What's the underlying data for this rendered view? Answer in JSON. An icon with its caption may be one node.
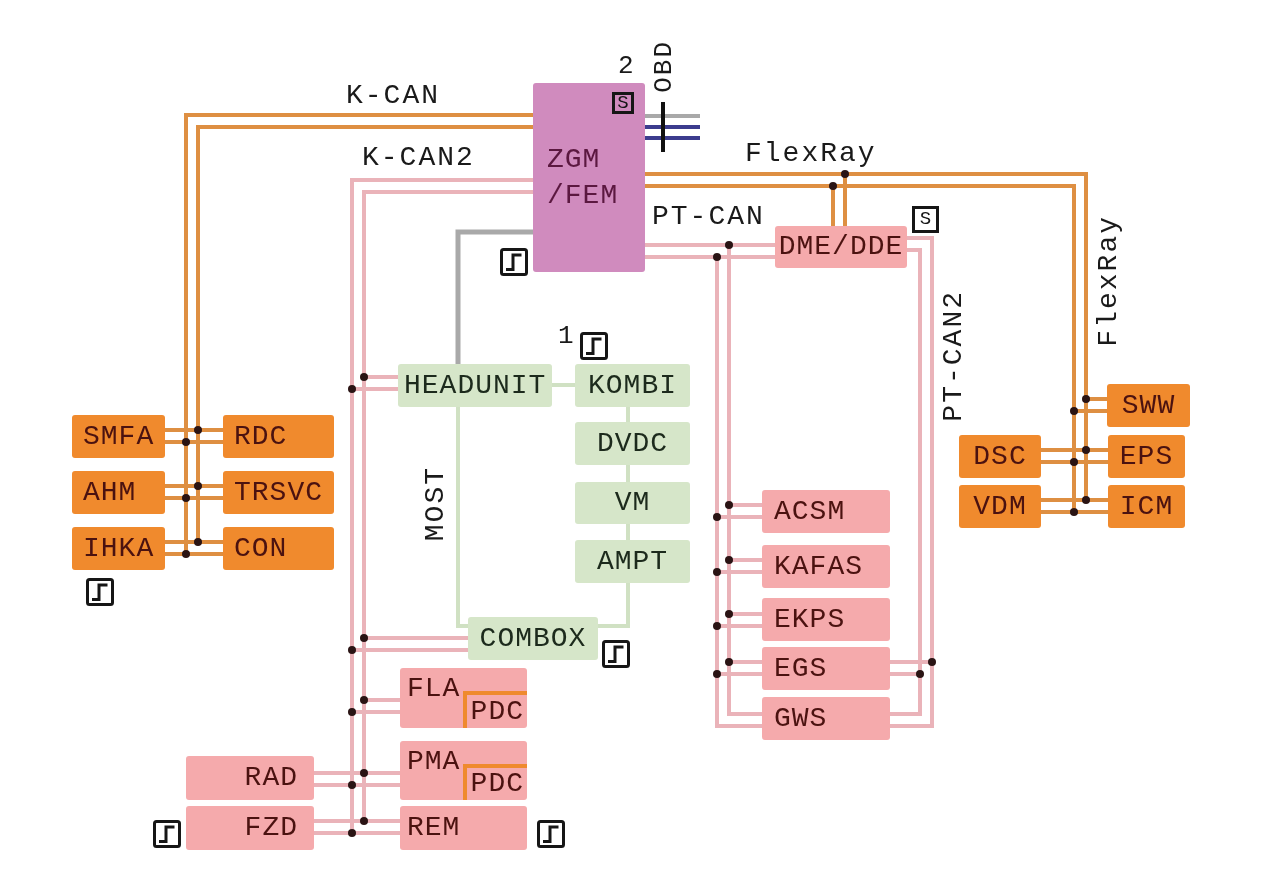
{
  "diagram": {
    "nodes": [
      {
        "text": [
          "ZGM /FEM",
          "S"
        ]
      },
      {
        "text": [
          "OBD"
        ]
      },
      {
        "text": [
          "DME/DDE"
        ],
        "beside": [
          "S"
        ]
      },
      {
        "text": [
          "HEADUNIT"
        ]
      },
      {
        "text": [
          "KOMBI"
        ]
      },
      {
        "text": [
          "DVDC"
        ]
      },
      {
        "text": [
          "VM"
        ]
      },
      {
        "text": [
          "AMPT"
        ]
      },
      {
        "text": [
          "COMBOX"
        ]
      },
      {
        "text": [
          "SMFA"
        ]
      },
      {
        "text": [
          "RDC"
        ]
      },
      {
        "text": [
          "AHM"
        ]
      },
      {
        "text": [
          "TRSVC"
        ]
      },
      {
        "text": [
          "IHKA"
        ]
      },
      {
        "text": [
          "CON"
        ]
      },
      {
        "text": [
          "SWW"
        ]
      },
      {
        "text": [
          "DSC"
        ]
      },
      {
        "text": [
          "EPS"
        ]
      },
      {
        "text": [
          "VDM"
        ]
      },
      {
        "text": [
          "ICM"
        ]
      },
      {
        "text": [
          "ACSM"
        ]
      },
      {
        "text": [
          "KAFAS"
        ]
      },
      {
        "text": [
          "EKPS"
        ]
      },
      {
        "text": [
          "EGS"
        ]
      },
      {
        "text": [
          "GWS"
        ]
      },
      {
        "text": [
          "FLA"
        ]
      },
      {
        "text": [
          "PDC"
        ],
        "in": 25
      },
      {
        "text": [
          "PMA"
        ]
      },
      {
        "text": [
          "PDC"
        ],
        "in": 27
      },
      {
        "text": [
          "RAD"
        ]
      },
      {
        "text": [
          "FZD"
        ]
      },
      {
        "text": [
          "REM"
        ]
      },
      {
        "text": [],
        "shape": "bar"
      },
      {
        "text": [],
        "shape": "bar"
      },
      {
        "text": [],
        "shape": "bar",
        "beside": [
          "FlexRay"
        ]
      },
      {
        "text": [],
        "shape": "bar"
      },
      {
        "text": [],
        "shape": "bar",
        "beside": [
          "PT-CAN2"
        ]
      },
      {
        "text": [],
        "shape": "bar"
      }
    ],
    "edges": [
      {
        "from": 0,
        "to": 32,
        "arrow": "none",
        "label": "K-CAN",
        "color": "#de8f42"
      },
      {
        "from": 32,
        "to": 9,
        "arrow": "none",
        "color": "#de8f42"
      },
      {
        "from": 32,
        "to": 10,
        "arrow": "none",
        "color": "#de8f42"
      },
      {
        "from": 32,
        "to": 11,
        "arrow": "none",
        "color": "#de8f42"
      },
      {
        "from": 32,
        "to": 12,
        "arrow": "none",
        "color": "#de8f42"
      },
      {
        "from": 32,
        "to": 13,
        "arrow": "none",
        "color": "#de8f42"
      },
      {
        "from": 32,
        "to": 14,
        "arrow": "none",
        "color": "#de8f42"
      },
      {
        "from": 0,
        "to": 33,
        "arrow": "none",
        "label": "K-CAN2",
        "color": "#eab3b9"
      },
      {
        "from": 33,
        "to": 3,
        "arrow": "none",
        "color": "#eab3b9"
      },
      {
        "from": 33,
        "to": 8,
        "arrow": "none",
        "color": "#eab3b9"
      },
      {
        "from": 33,
        "to": 25,
        "arrow": "none",
        "color": "#eab3b9"
      },
      {
        "from": 33,
        "to": 27,
        "arrow": "none",
        "color": "#eab3b9"
      },
      {
        "from": 33,
        "to": 31,
        "arrow": "none",
        "color": "#eab3b9"
      },
      {
        "from": 33,
        "to": 29,
        "arrow": "none",
        "color": "#eab3b9"
      },
      {
        "from": 33,
        "to": 30,
        "arrow": "none",
        "color": "#eab3b9"
      },
      {
        "from": 0,
        "to": 3,
        "arrow": "none",
        "color": "#a9a9a9"
      },
      {
        "from": 0,
        "to": 1,
        "arrow": "none",
        "color": "#a9a9a9"
      },
      {
        "from": 0,
        "to": 1,
        "arrow": "none",
        "color": "#3c3c8e"
      },
      {
        "from": 0,
        "to": 1,
        "arrow": "none",
        "color": "#3c3c8e"
      },
      {
        "from": 0,
        "to": 37,
        "arrow": "none",
        "label": "FlexRay",
        "color": "#de8f42"
      },
      {
        "from": 37,
        "to": 2,
        "arrow": "none",
        "color": "#de8f42"
      },
      {
        "from": 37,
        "to": 34,
        "arrow": "none",
        "color": "#de8f42"
      },
      {
        "from": 34,
        "to": 15,
        "arrow": "none",
        "color": "#de8f42"
      },
      {
        "from": 34,
        "to": 16,
        "arrow": "none",
        "color": "#de8f42"
      },
      {
        "from": 34,
        "to": 17,
        "arrow": "none",
        "color": "#de8f42"
      },
      {
        "from": 34,
        "to": 18,
        "arrow": "none",
        "color": "#de8f42"
      },
      {
        "from": 34,
        "to": 19,
        "arrow": "none",
        "color": "#de8f42"
      },
      {
        "from": 0,
        "to": 35,
        "arrow": "none",
        "label": "PT-CAN",
        "color": "#eab3b9"
      },
      {
        "from": 2,
        "to": 35,
        "arrow": "none",
        "color": "#eab3b9"
      },
      {
        "from": 35,
        "to": 20,
        "arrow": "none",
        "color": "#eab3b9"
      },
      {
        "from": 35,
        "to": 21,
        "arrow": "none",
        "color": "#eab3b9"
      },
      {
        "from": 35,
        "to": 22,
        "arrow": "none",
        "color": "#eab3b9"
      },
      {
        "from": 35,
        "to": 23,
        "arrow": "none",
        "color": "#eab3b9"
      },
      {
        "from": 35,
        "to": 24,
        "arrow": "none",
        "color": "#eab3b9"
      },
      {
        "from": 2,
        "to": 36,
        "arrow": "none",
        "color": "#eab3b9"
      },
      {
        "from": 36,
        "to": 23,
        "arrow": "none",
        "color": "#eab3b9"
      },
      {
        "from": 36,
        "to": 24,
        "arrow": "none",
        "color": "#eab3b9"
      },
      {
        "from": 3,
        "to": 4,
        "arrow": "none",
        "color": "#d0e1c3"
      },
      {
        "from": 4,
        "to": 5,
        "arrow": "none",
        "color": "#d0e1c3"
      },
      {
        "from": 5,
        "to": 6,
        "arrow": "none",
        "color": "#d0e1c3"
      },
      {
        "from": 6,
        "to": 7,
        "arrow": "none",
        "color": "#d0e1c3"
      },
      {
        "from": 7,
        "to": 8,
        "arrow": "none",
        "color": "#d0e1c3"
      },
      {
        "from": 3,
        "to": 8,
        "arrow": "none",
        "label": "MOST",
        "color": "#d0e1c3"
      }
    ],
    "labels": [
      "2",
      "1"
    ]
  }
}
